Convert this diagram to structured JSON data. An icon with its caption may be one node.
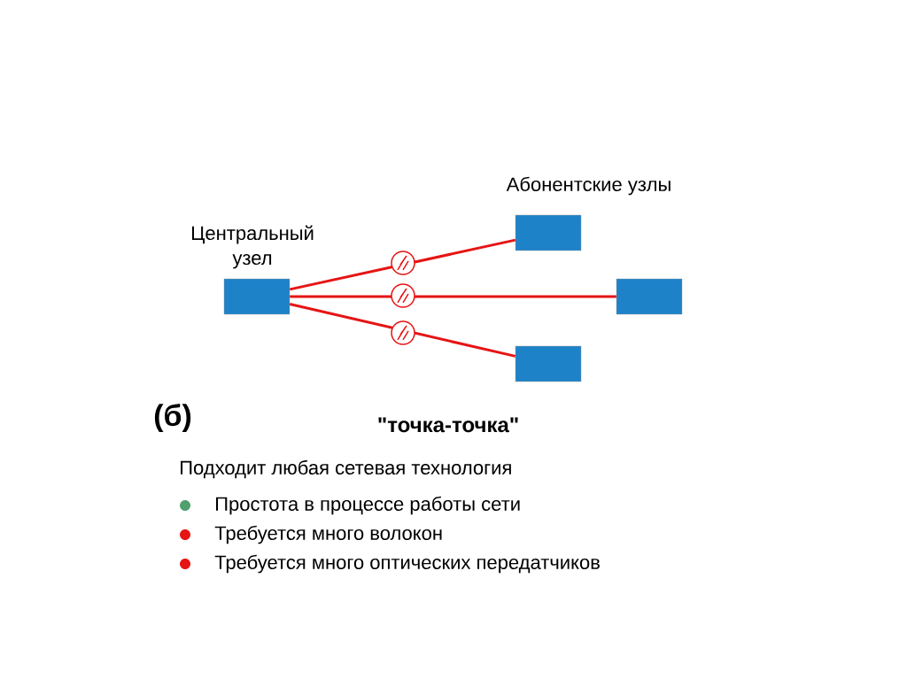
{
  "diagram": {
    "nodes": [
      {
        "text": [
          "Центральный узел"
        ]
      },
      {
        "text": [],
        "shape": "box"
      },
      {
        "text": [],
        "shape": "box"
      },
      {
        "text": [],
        "shape": "box"
      }
    ],
    "edges": [
      {
        "from": 0,
        "to": 1,
        "arrow": "none"
      },
      {
        "from": 0,
        "to": 2,
        "arrow": "none"
      },
      {
        "from": 0,
        "to": 3,
        "arrow": "none"
      }
    ],
    "labels": [
      "Абонентские узлы",
      "(б)",
      "\"точка-точка\"",
      "Подходит любая сетевая технология",
      "Простота в процессе работы сети",
      "Требуется много волокон",
      "Требуется много оптических передатчиков"
    ]
  }
}
